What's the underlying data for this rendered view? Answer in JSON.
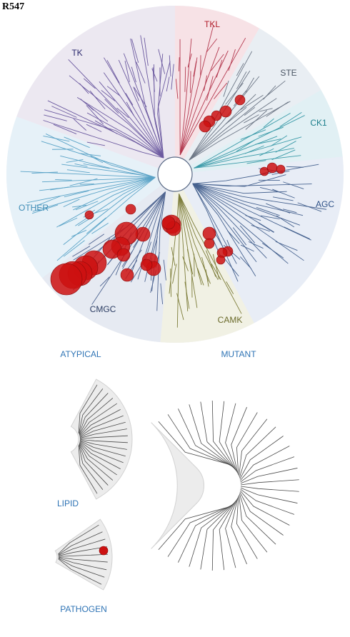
{
  "figure_label": "R547",
  "groups": [
    {
      "key": "tk",
      "label": "TK",
      "color": "#2c2a6e"
    },
    {
      "key": "tkl",
      "label": "TKL",
      "color": "#b21f2c"
    },
    {
      "key": "ste",
      "label": "STE",
      "color": "#4a5564"
    },
    {
      "key": "ck1",
      "label": "CK1",
      "color": "#1d7f8c"
    },
    {
      "key": "agc",
      "label": "AGC",
      "color": "#2c4f86"
    },
    {
      "key": "camk",
      "label": "CAMK",
      "color": "#6a6a2a"
    },
    {
      "key": "cmgc",
      "label": "CMGC",
      "color": "#2b3c62"
    },
    {
      "key": "other",
      "label": "OTHER",
      "color": "#3d8bb5"
    }
  ],
  "atypical_label": "ATYPICAL",
  "mutant_label": "MUTANT",
  "lipid_label": "LIPID",
  "pathogen_label": "PATHOGEN",
  "hit_color": "#cc1111"
}
